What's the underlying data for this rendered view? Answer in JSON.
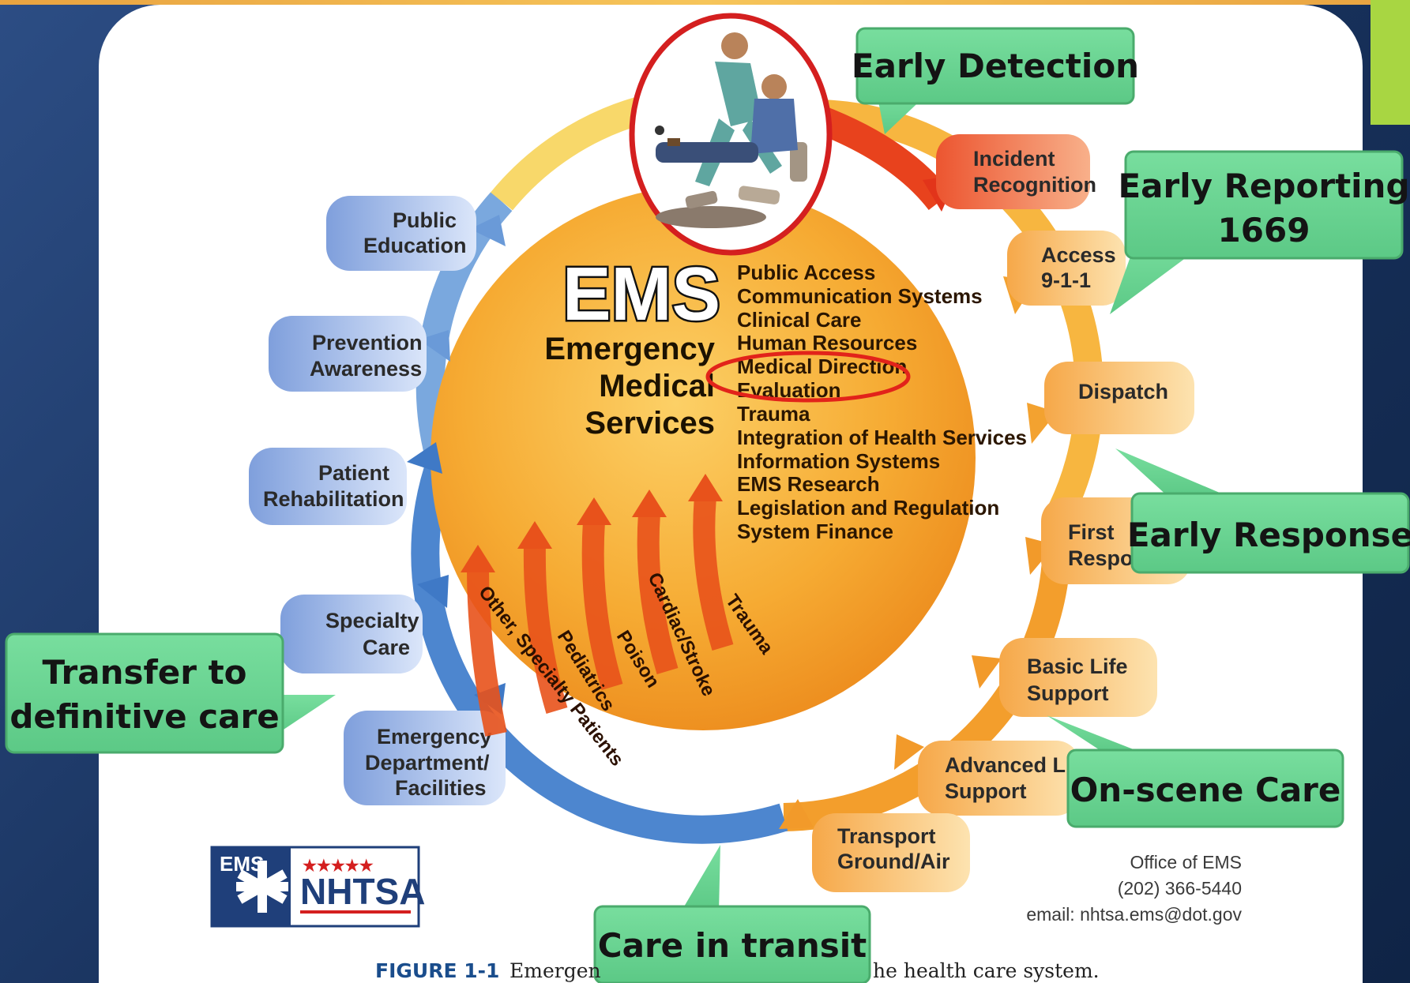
{
  "diagram": {
    "title_abbr": "EMS",
    "title_lines": [
      "Emergency",
      "Medical",
      "Services"
    ],
    "components": [
      "Public Access",
      "Communication Systems",
      "Clinical Care",
      "Human Resources",
      "Medical Direction",
      "Evaluation",
      "Trauma",
      "Integration of Health Services",
      "Information Systems",
      "EMS Research",
      "Legislation and Regulation",
      "System Finance"
    ],
    "patient_groups": [
      "Trauma",
      "Cardiac/Stroke",
      "Poison",
      "Pediatrics",
      "Other, Specialty Patients"
    ],
    "cycle_steps": {
      "incident_recognition": [
        "Incident",
        "Recognition"
      ],
      "access_911": [
        "Access",
        "9-1-1"
      ],
      "dispatch": [
        "Dispatch"
      ],
      "first_responders": [
        "First",
        "Responders"
      ],
      "basic_life_support": [
        "Basic Life",
        "Support"
      ],
      "advanced_life_support": [
        "Advanced Life",
        "Support"
      ],
      "transport": [
        "Transport",
        "Ground/Air"
      ],
      "emergency_department": [
        "Emergency",
        "Department/",
        "Facilities"
      ],
      "specialty_care": [
        "Specialty",
        "Care"
      ],
      "patient_rehabilitation": [
        "Patient",
        "Rehabilitation"
      ],
      "prevention_awareness": [
        "Prevention",
        "Awareness"
      ],
      "public_education": [
        "Public",
        "Education"
      ]
    },
    "callouts": {
      "early_detection": [
        "Early Detection"
      ],
      "early_reporting": [
        "Early Reporting",
        "1669"
      ],
      "early_response": [
        "Early Response"
      ],
      "on_scene_care": [
        "On-scene Care"
      ],
      "care_in_transit": [
        "Care in transit"
      ],
      "transfer": [
        "Transfer to",
        "definitive care"
      ]
    },
    "contact": {
      "office": "Office of EMS",
      "phone": "(202) 366-5440",
      "email": "email: nhtsa.ems@dot.gov"
    },
    "logo": {
      "ems": "EMS",
      "agency": "NHTSA",
      "stars": "★★★★★"
    },
    "caption": {
      "label": "FIGURE 1-1",
      "text_start": "Emergen",
      "text_end": "he health care system."
    },
    "colors": {
      "callout_fill": "#6fd796",
      "callout_border": "#4aab6c",
      "circle_orange": "#f5a623",
      "blue_box": "#97b3e6",
      "highlight_red": "#e2231a"
    }
  }
}
